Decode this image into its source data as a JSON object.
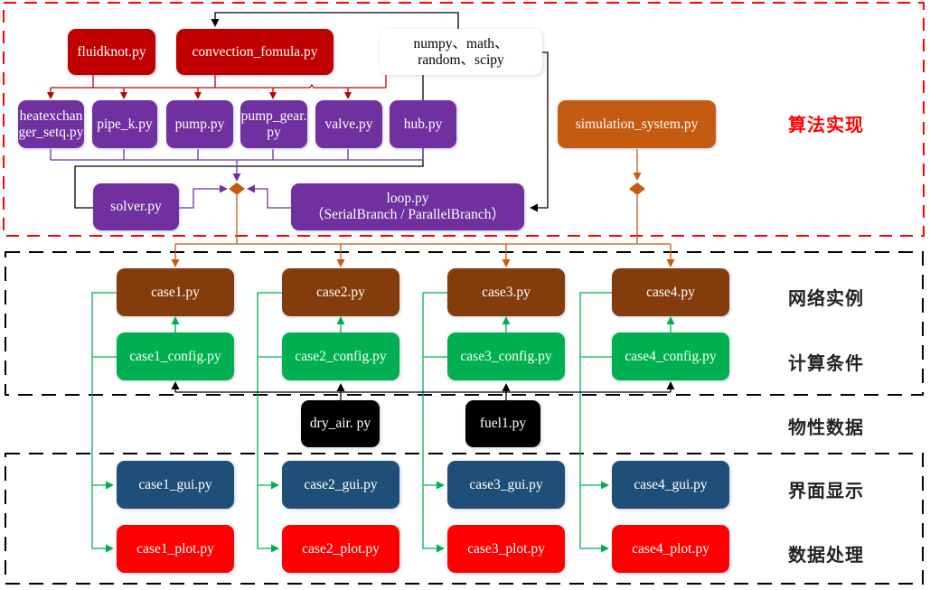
{
  "regions": {
    "algorithm": "算法实现",
    "network_instance": "网络实例",
    "calc_conditions": "计算条件",
    "physical_data": "物性数据",
    "gui_display": "界面显示",
    "data_processing": "数据处理"
  },
  "algorithm": {
    "fluidknot": "fluidknot.py",
    "convection": "convection_fomula.py",
    "libs_line1": "numpy、math、",
    "libs_line2": "random、scipy",
    "heatexchanger_line1": "heatexchan",
    "heatexchanger_line2": "ger_setq.py",
    "pipe_k": "pipe_k.py",
    "pump": "pump.py",
    "pump_gear_line1": "pump_gear.",
    "pump_gear_line2": "py",
    "valve": "valve.py",
    "hub": "hub.py",
    "simulation_system": "simulation_system.py",
    "solver": "solver.py",
    "loop_line1": "loop.py",
    "loop_line2": "（SerialBranch / ParallelBranch）"
  },
  "cases": [
    {
      "case": "case1.py",
      "config": "case1_config.py",
      "gui": "case1_gui.py",
      "plot": "case1_plot.py"
    },
    {
      "case": "case2.py",
      "config": "case2_config.py",
      "gui": "case2_gui.py",
      "plot": "case2_plot.py"
    },
    {
      "case": "case3.py",
      "config": "case3_config.py",
      "gui": "case3_gui.py",
      "plot": "case3_plot.py"
    },
    {
      "case": "case4.py",
      "config": "case4_config.py",
      "gui": "case4_gui.py",
      "plot": "case4_plot.py"
    }
  ],
  "physical": {
    "dry_air": "dry_air. py",
    "fuel": "fuel1.py"
  },
  "colors": {
    "algorithm_border": "#ff0000",
    "section_border": "#000000",
    "core_module": "#c00000",
    "component": "#7030a0",
    "simulation": "#c55a11",
    "case": "#843c0c",
    "config": "#00b050",
    "physical": "#000000",
    "gui": "#1f4e79",
    "plot": "#ff0000"
  }
}
